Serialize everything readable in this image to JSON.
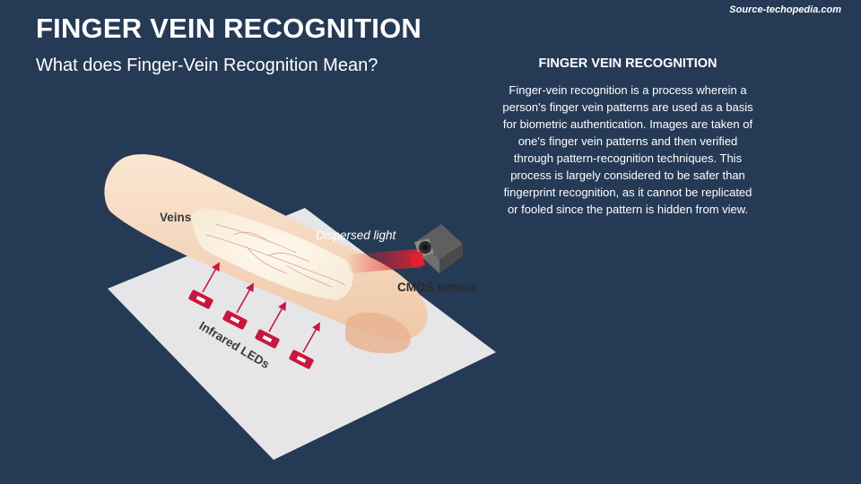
{
  "source": "Source-techopedia.com",
  "header": {
    "title": "FINGER VEIN RECOGNITION",
    "subtitle": "What does Finger-Vein Recognition Mean?"
  },
  "info": {
    "heading": "FINGER VEIN RECOGNITION",
    "body": "Finger-vein recognition is a process wherein a person's finger vein patterns are used as a basis for biometric authentication. Images are taken of one's finger vein patterns and then verified through pattern-recognition techniques. This process is largely considered to be safer than fingerprint recognition, as it cannot be replicated or fooled since the pattern is hidden from view."
  },
  "diagram": {
    "labels": {
      "veins": "Veins",
      "dispersed_light": "Dispersed light",
      "cmos_sensor": "CMOS sensor",
      "infrared_leds": "Infrared LEDs"
    },
    "colors": {
      "background": "#253a55",
      "plate": "#e6e6e8",
      "skin": "#f6dcc4",
      "led": "#c8173d",
      "light_beam": "#e3202f",
      "sensor": "#7a7a7a"
    }
  }
}
